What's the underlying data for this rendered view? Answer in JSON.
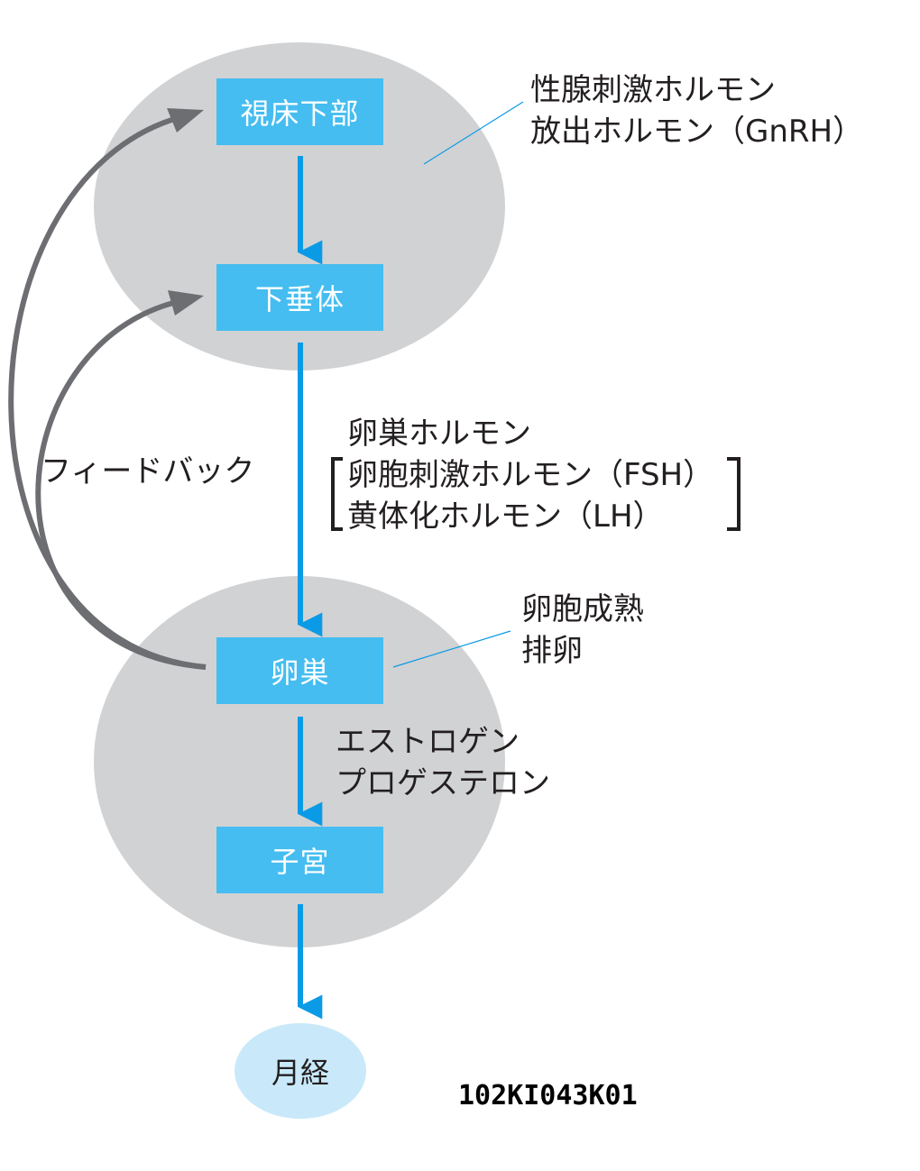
{
  "nodes": {
    "hypothalamus": "視床下部",
    "pituitary": "下垂体",
    "ovary": "卵巣",
    "uterus": "子宮",
    "menstruation": "月経"
  },
  "annotations": {
    "gnrh": [
      "性腺刺激ホルモン",
      "放出ホルモン（GnRH）"
    ],
    "ovarian_hormones": {
      "title": "卵巣ホルモン",
      "items": [
        "卵胞刺激ホルモン（FSH）",
        "黄体化ホルモン（LH）"
      ]
    },
    "ovary_function": [
      "卵胞成熟",
      "排卵"
    ],
    "sex_hormones": [
      "エストロゲン",
      "プロゲステロン"
    ],
    "feedback": "フィードバック"
  },
  "figure_code": "102KI043K01",
  "colors": {
    "box": "#45bdf0",
    "arrow_blue": "#0b9be6",
    "feedback_gray": "#6d6e71",
    "ellipse": "#d1d2d4",
    "oval": "#c9e9fa"
  }
}
